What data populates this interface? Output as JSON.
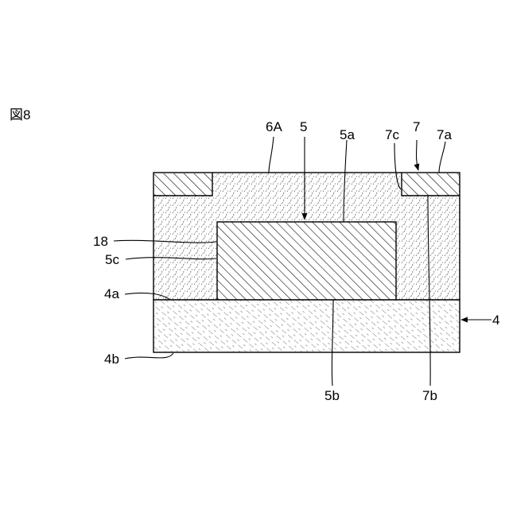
{
  "figure": {
    "label": "図8"
  },
  "labels": {
    "l_6A": "6A",
    "l_5": "5",
    "l_5a": "5a",
    "l_7c": "7c",
    "l_7": "7",
    "l_7a": "7a",
    "l_18": "18",
    "l_5c": "5c",
    "l_4a": "4a",
    "l_4": "4",
    "l_4b": "4b",
    "l_5b": "5b",
    "l_7b": "7b"
  },
  "colors": {
    "line": "#000000",
    "background": "#ffffff"
  }
}
